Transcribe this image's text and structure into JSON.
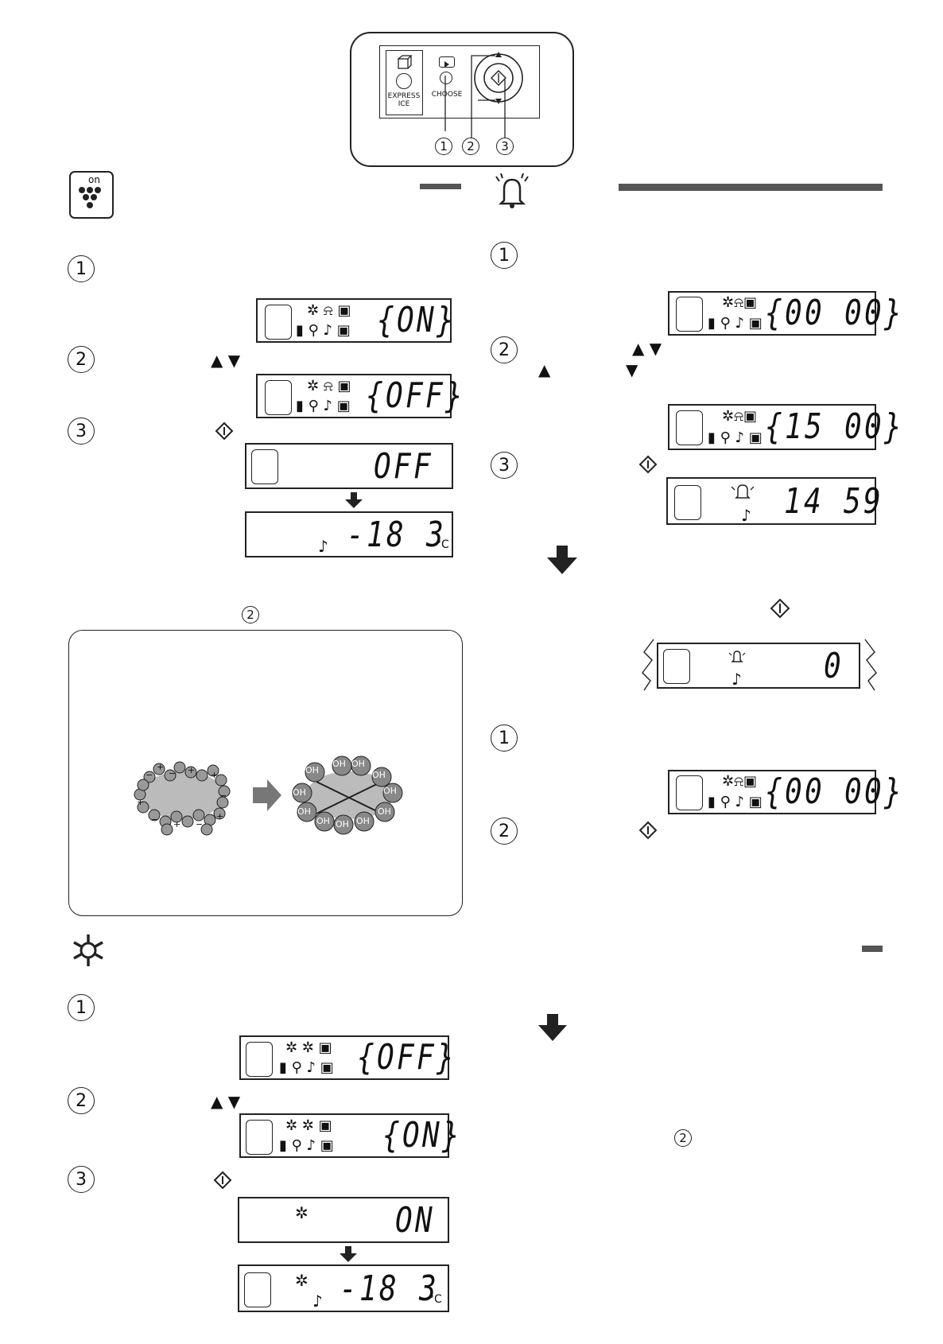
{
  "control_panel": {
    "express_label_line1": "EXPRESS",
    "express_label_line2": "ICE",
    "choose_label": "CHOOSE",
    "callouts": [
      "1",
      "2",
      "3"
    ]
  },
  "steps": {
    "one": "1",
    "two": "2",
    "three": "3"
  },
  "plasmacluster_section": {
    "icon_label": "on",
    "step1_display": "{ON}",
    "step2_buttons": "▲  ▼",
    "step2_display": "{OFF}",
    "step3_display_a": "OFF",
    "step3_display_b": "-18   3",
    "step3_unit": "°C",
    "note_ref": "2"
  },
  "ion_diagram": {
    "plus": "+",
    "minus": "−",
    "oh": "OH"
  },
  "express_freeze_section": {
    "step1_display": "{OFF}",
    "step2_buttons": "▲  ▼",
    "step2_display": "{ON}",
    "step3_display_a": "ON",
    "step3_display_b": "-18   3",
    "step3_unit": "°C"
  },
  "alarm_section": {
    "step1_display": "{00 00}",
    "step2_buttons_a": "▲  ▼",
    "step2_button_up": "▲",
    "step2_button_down": "▼",
    "step2_display": "{15 00}",
    "step3_display": "14 59",
    "ring_display": "0",
    "cancel_step1_display": "{00 00}",
    "note_ref": "2"
  },
  "icons": {
    "note": "♪",
    "snow": "✲",
    "bell": "bell-icon",
    "start": "start-diamond-icon"
  }
}
